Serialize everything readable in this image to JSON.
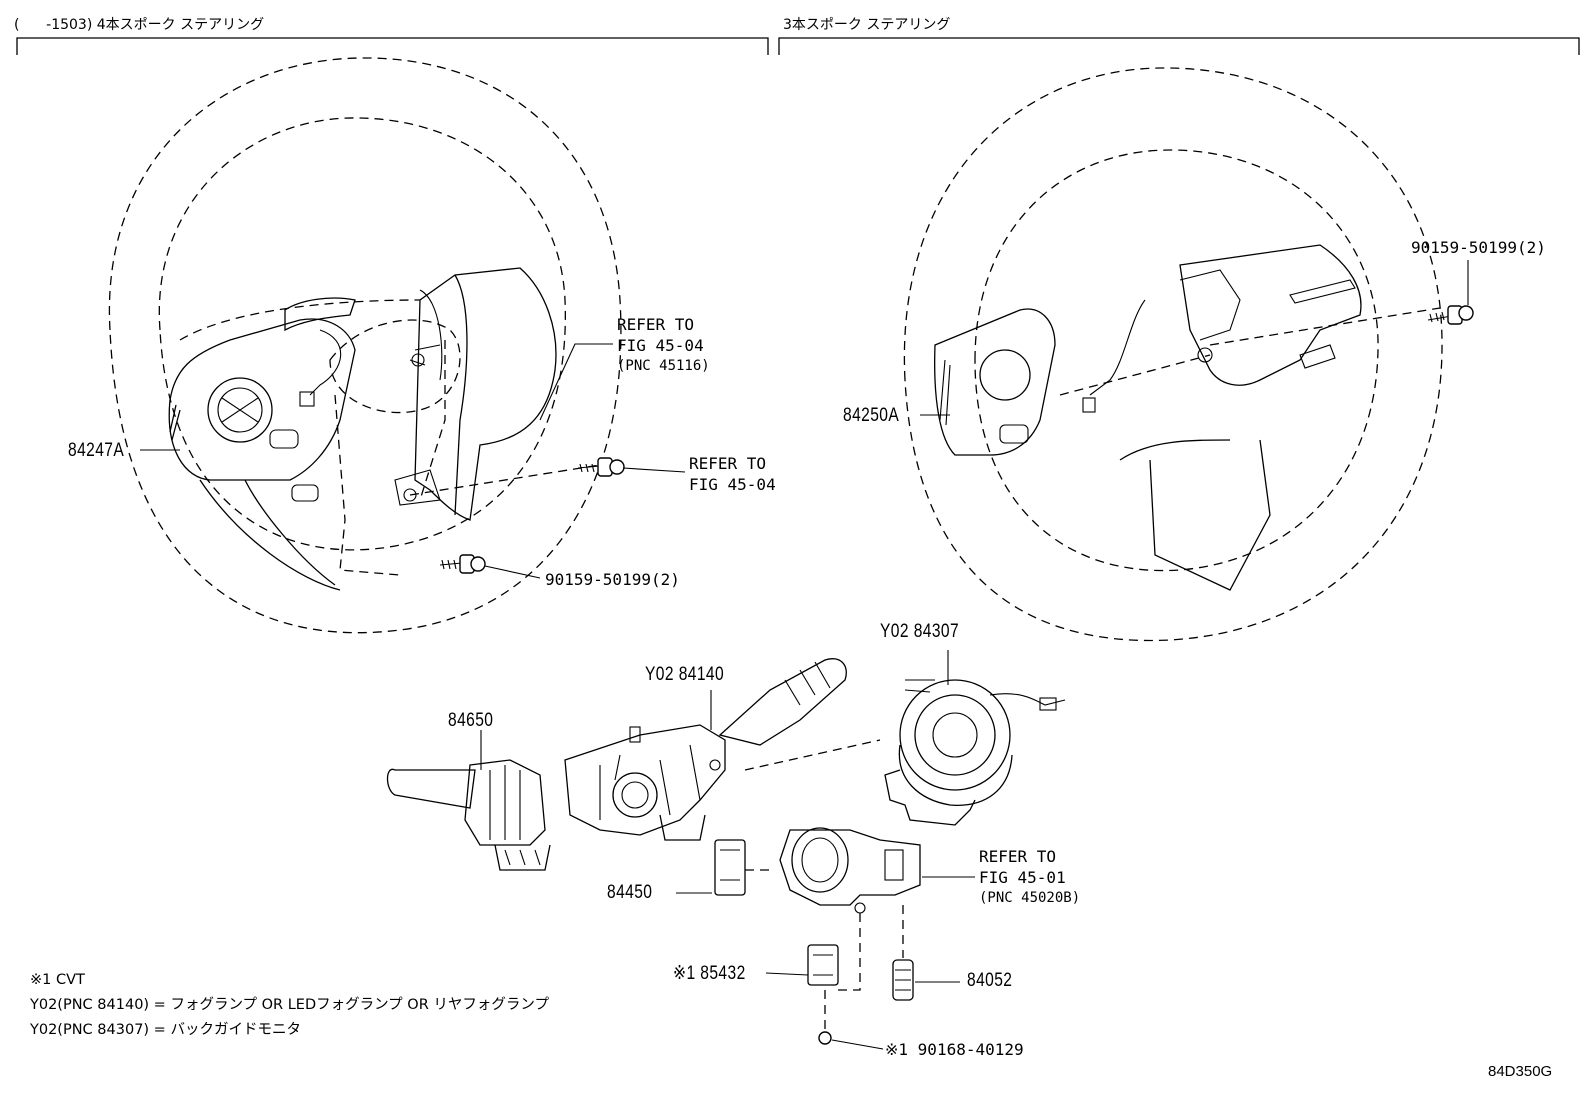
{
  "sections": {
    "left_header": "(      -1503) 4本スポーク  ステアリング",
    "right_header": "3本スポーク  ステアリング"
  },
  "parts": {
    "p84247A": "84247A",
    "p84250A": "84250A",
    "p90159_left": "90159-50199(2)",
    "p90159_right": "90159-50199(2)",
    "p84650": "84650",
    "pY02_84140": "Y02 84140",
    "pY02_84307": "Y02 84307",
    "p84450": "84450",
    "p85432": "※1 85432",
    "p84052": "84052",
    "p90168": "※1  90168-40129"
  },
  "refs": {
    "ref1": {
      "line1": "REFER TO",
      "line2": "FIG 45-04",
      "line3": "(PNC 45116)"
    },
    "ref2": {
      "line1": "REFER TO",
      "line2": "FIG 45-04"
    },
    "ref3": {
      "line1": "REFER TO",
      "line2": "FIG 45-01",
      "line3": "(PNC 45020B)"
    }
  },
  "notes": {
    "line1": "※1 CVT",
    "line2": "Y02(PNC 84140) = フォグランプ OR LEDフォグランプ OR リヤフォグランプ",
    "line3": "Y02(PNC 84307) = バックガイドモニタ"
  },
  "figure_id": "84D350G"
}
